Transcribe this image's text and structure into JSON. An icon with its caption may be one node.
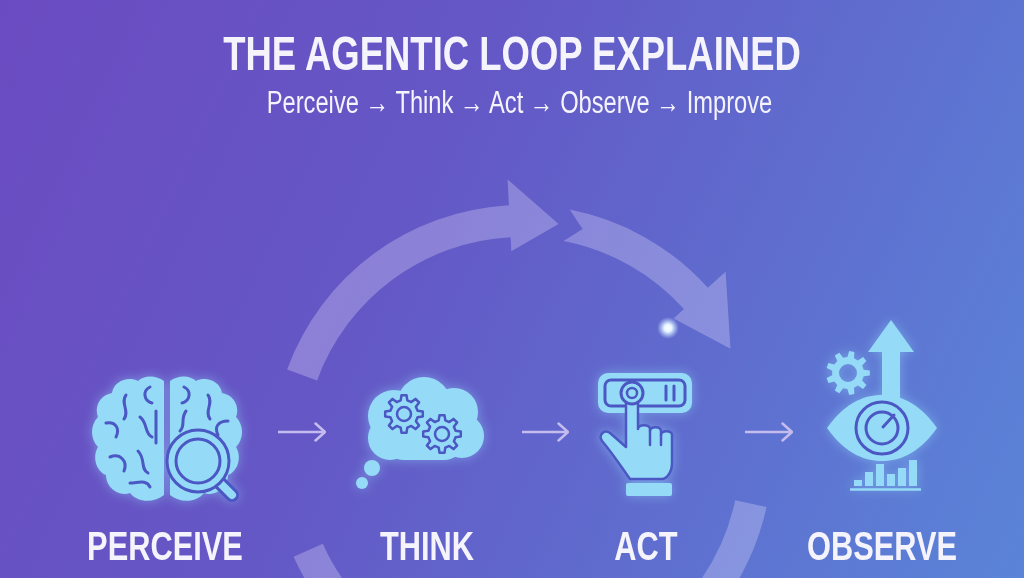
{
  "diagram": {
    "title": "THE AGENTIC LOOP EXPLAINED",
    "nodes": [
      {
        "text": [
          "PERCEIVE"
        ]
      },
      {
        "text": [
          "THINK"
        ]
      },
      {
        "text": [
          "ACT"
        ]
      },
      {
        "text": [
          "OBSERVE"
        ]
      }
    ],
    "edges": [
      {
        "from": 0,
        "to": 1,
        "arrow": "to"
      },
      {
        "from": 1,
        "to": 2,
        "arrow": "to"
      },
      {
        "from": 2,
        "to": 3,
        "arrow": "to"
      }
    ],
    "labels": [
      "Perceive → Think → Act → Observe → Improve"
    ]
  }
}
